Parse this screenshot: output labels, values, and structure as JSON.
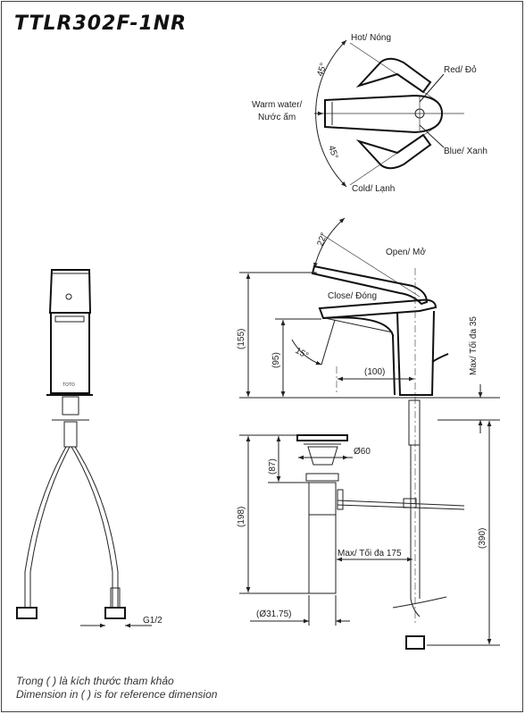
{
  "title": "TTLR302F-1NR",
  "top_view": {
    "hot": "Hot/ Nóng",
    "red": "Red/ Đỏ",
    "warm_line1": "Warm water/",
    "warm_line2": "Nước ấm",
    "blue": "Blue/ Xanh",
    "cold": "Cold/ Lạnh",
    "angle_top": "45°",
    "angle_bottom": "45°"
  },
  "side_view": {
    "angle_open": "22°",
    "open": "Open/ Mở",
    "close": "Close/ Đóng",
    "angle_close": "15°",
    "dim_155": "(155)",
    "dim_95": "(95)",
    "dim_100": "(100)",
    "max35": "Max/ Tối đa 35",
    "dim_60": "Ø60",
    "dim_87": "(87)",
    "dim_198": "(198)",
    "dim_390": "(390)",
    "max175": "Max/ Tối đa 175",
    "dim_3175": "(Ø31.75)"
  },
  "front_view": {
    "brand": "TOTO",
    "thread": "G1/2"
  },
  "notes": {
    "line1": "Trong ( ) là kích thước tham khảo",
    "line2": "Dimension in ( ) is for reference dimension"
  }
}
